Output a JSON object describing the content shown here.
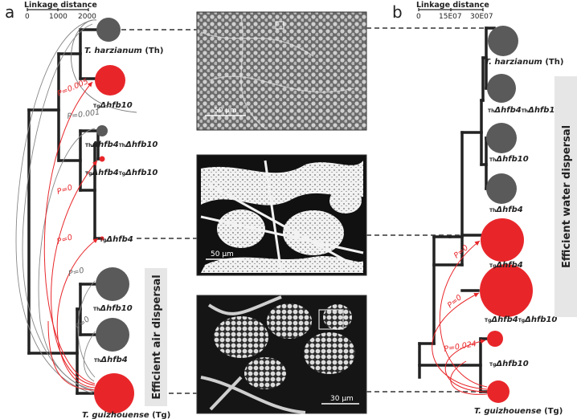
{
  "panel_a": {
    "letter": "a",
    "axis_title": "Linkage distance",
    "ticks": [
      "0",
      "1000",
      "2000"
    ],
    "tips": [
      {
        "id": "th",
        "name": "T. harzianum",
        "suffix": "(Th)",
        "color": "#5a5a5a"
      },
      {
        "id": "tghfb10",
        "prefix": "Tg",
        "name": "Δhfb10",
        "color": "#e8262a"
      },
      {
        "id": "thhfb4thhfb10",
        "prefix": "Th",
        "name": "Δhfb4",
        "prefix2": "Th",
        "name2": "Δhfb10",
        "color": "#5a5a5a"
      },
      {
        "id": "tghfb4tghfb10",
        "prefix": "Tg",
        "name": "Δhfb4",
        "prefix2": "Tg",
        "name2": "Δhfb10",
        "color": "#e8262a"
      },
      {
        "id": "tghfb4",
        "prefix": "Tg",
        "name": "Δhfb4",
        "color": "#e8262a"
      },
      {
        "id": "thhfb10",
        "prefix": "Th",
        "name": "Δhfb10",
        "color": "#5a5a5a"
      },
      {
        "id": "thhfb4",
        "prefix": "Th",
        "name": "Δhfb4",
        "color": "#5a5a5a"
      },
      {
        "id": "tg",
        "name": "T. guizhouense",
        "suffix": "(Tg)",
        "color": "#e8262a"
      }
    ],
    "p_values": [
      "P=0.005",
      "P=0.001",
      "P=0",
      "P=0",
      "P=0",
      "P=0"
    ],
    "side_label": "Efficient air dispersal"
  },
  "panel_b": {
    "letter": "b",
    "axis_title": "Linkage distance",
    "ticks": [
      "0",
      "15E07",
      "30E07"
    ],
    "tips": [
      {
        "id": "th",
        "name": "T. harzianum",
        "suffix": "(Th)",
        "color": "#5a5a5a"
      },
      {
        "id": "thhfb4thhfb10",
        "prefix": "Th",
        "name": "Δhfb4",
        "prefix2": "Th",
        "name2": "Δhfb10",
        "color": "#5a5a5a"
      },
      {
        "id": "thhfb10",
        "prefix": "Th",
        "name": "Δhfb10",
        "color": "#5a5a5a"
      },
      {
        "id": "thhfb4",
        "prefix": "Th",
        "name": "Δhfb4",
        "color": "#5a5a5a"
      },
      {
        "id": "tghfb4",
        "prefix": "Tg",
        "name": "Δhfb4",
        "color": "#e8262a"
      },
      {
        "id": "tghfb4tghfb10",
        "prefix": "Tg",
        "name": "Δhfb4",
        "prefix2": "Tg",
        "name2": "Δhfb10",
        "color": "#e8262a"
      },
      {
        "id": "tghfb10",
        "prefix": "Tg",
        "name": "Δhfb10",
        "color": "#e8262a"
      },
      {
        "id": "tg",
        "name": "T. guizhouense",
        "suffix": "(Tg)",
        "color": "#e8262a"
      }
    ],
    "p_values": [
      "P=0",
      "P=0",
      "P=0.024"
    ],
    "side_label": "Efficient water dispersal"
  },
  "micrographs": {
    "scale_bars": [
      "50 µm",
      "50 µm",
      "30 µm"
    ]
  },
  "colors": {
    "gray_node": "#5a5a5a",
    "red_node": "#e8262a",
    "red_link": "#e8262a",
    "gray_link": "#8a8a8a",
    "label_band": "#e6e6e6"
  }
}
